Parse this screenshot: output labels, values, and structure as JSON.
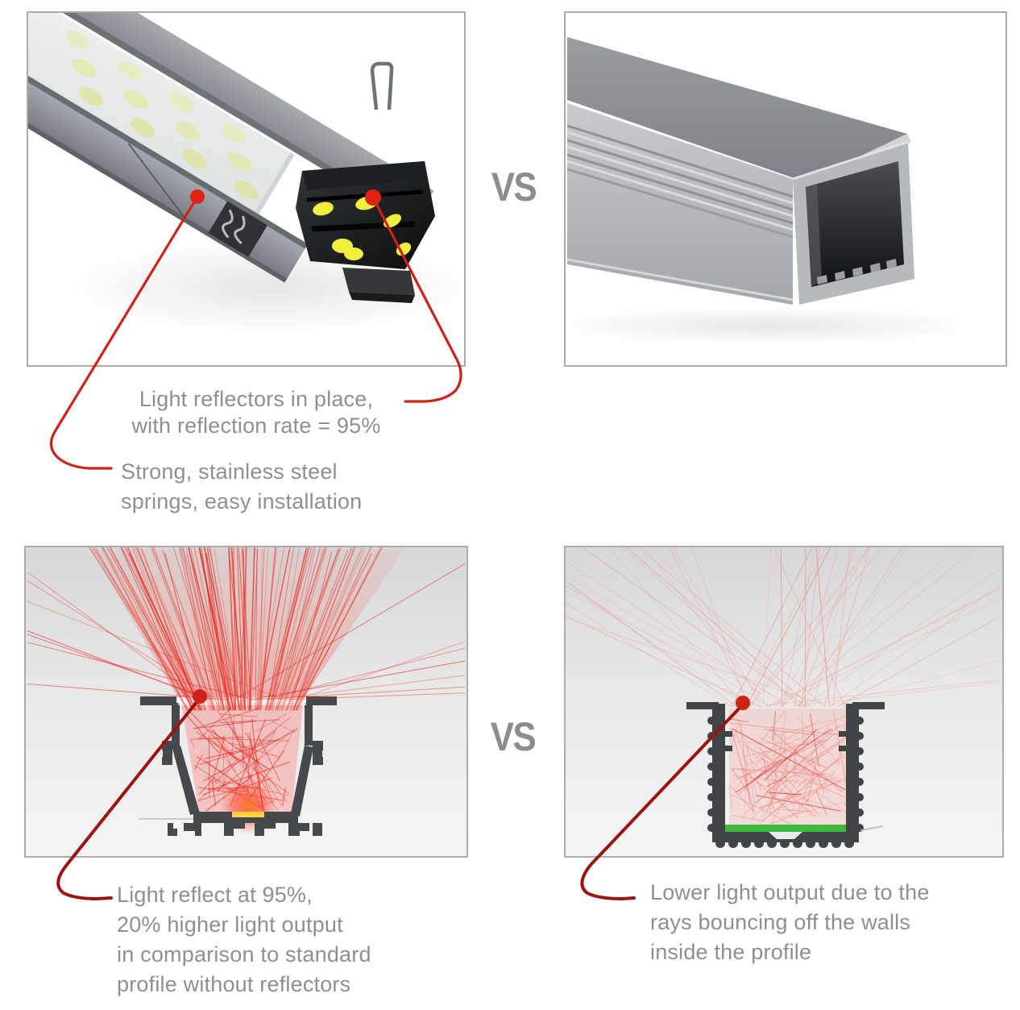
{
  "vs": {
    "top": "VS",
    "bottom": "VS"
  },
  "annotations": {
    "reflectors": {
      "lines": [
        "Light reflectors in place,",
        "with reflection rate = 95%"
      ]
    },
    "springs": {
      "lines": [
        "Strong, stainless steel",
        "springs, easy installation"
      ]
    },
    "with_reflectors_result": {
      "lines": [
        "Light reflect at 95%,",
        "20% higher light output",
        "in comparison to standard",
        "profile without reflectors"
      ]
    },
    "without_reflectors_result": {
      "lines": [
        "Lower light output due to the",
        "rays bouncing off the walls",
        "inside the profile"
      ]
    }
  },
  "colors": {
    "annotation_red": "#ce2217",
    "annotation_dark_red": "#9c1410",
    "marker_red": "#df2116",
    "ray_red": "#e8251b",
    "ray_pink": "#f2968f",
    "caption_gray": "#8f8f8f",
    "vs_gray": "#8d8d8d",
    "led_yellow": "#f2ee3e",
    "led_blob_pale": "#e8ecc2",
    "pcb_green": "#3eb93e",
    "panel_border_gray": "#aaadad"
  }
}
